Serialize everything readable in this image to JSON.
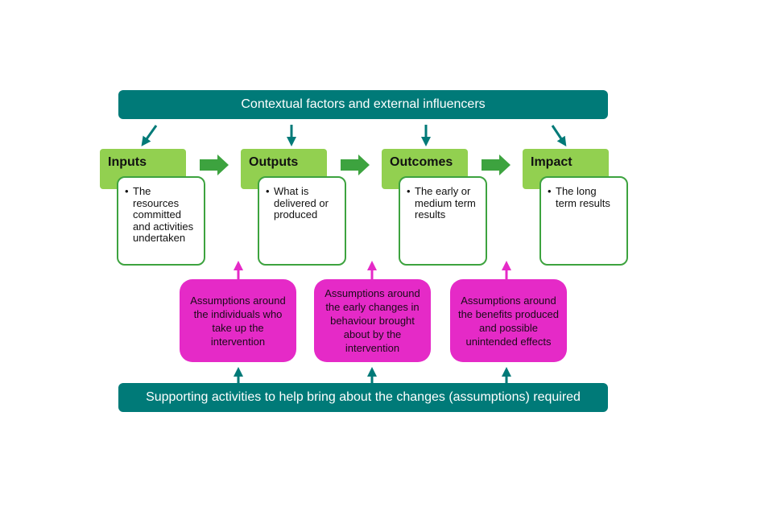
{
  "top_bar": {
    "label": "Contextual factors and external influencers"
  },
  "stages": [
    {
      "title": "Inputs",
      "description": "The resources committed and activities undertaken"
    },
    {
      "title": "Outputs",
      "description": "What is delivered or produced"
    },
    {
      "title": "Outcomes",
      "description": "The early or medium term results"
    },
    {
      "title": "Impact",
      "description": "The long term results"
    }
  ],
  "assumptions": [
    {
      "text": "Assumptions around the individuals who take up the intervention"
    },
    {
      "text": "Assumptions around the early changes in behaviour brought about by the intervention"
    },
    {
      "text": "Assumptions around the benefits produced and possible unintended effects"
    }
  ],
  "bottom_bar": {
    "label": "Supporting activities to help bring about the changes (assumptions) required"
  },
  "colors": {
    "teal": "#007a78",
    "stage_green": "#92d050",
    "arrow_green": "#3da33f",
    "assumption_pink": "#e52ac7"
  }
}
